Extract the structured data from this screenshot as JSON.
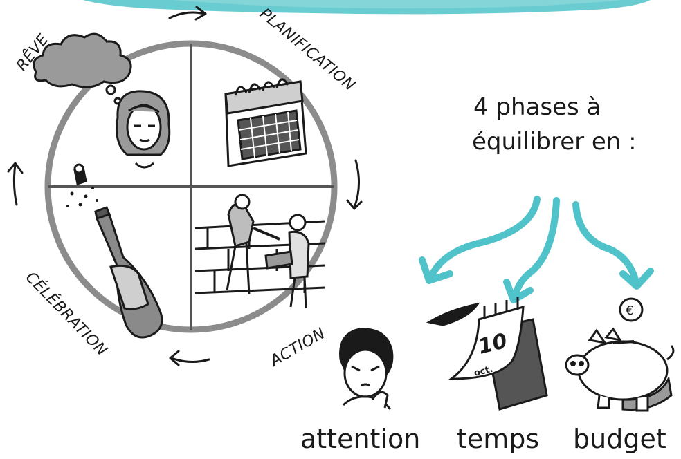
{
  "cycle": {
    "phases": [
      {
        "id": "reve",
        "label": "RÊVE"
      },
      {
        "id": "planification",
        "label": "PLANIFICATION"
      },
      {
        "id": "action",
        "label": "ACTION"
      },
      {
        "id": "celebration",
        "label": "CÉLÉBRATION"
      }
    ]
  },
  "tagline": {
    "line1": "4 phases à",
    "line2": "équilibrer en :"
  },
  "resources": [
    {
      "id": "attention",
      "label": "attention"
    },
    {
      "id": "temps",
      "label": "temps"
    },
    {
      "id": "budget",
      "label": "budget"
    }
  ],
  "calendar": {
    "day": "10",
    "month": "oct."
  },
  "coin": {
    "symbol": "€"
  },
  "colors": {
    "accent_teal": "#4fc3c9",
    "ink": "#1a1a1a",
    "circle_gray": "#8c8c8c",
    "shade_gray": "#9a9a9a"
  }
}
